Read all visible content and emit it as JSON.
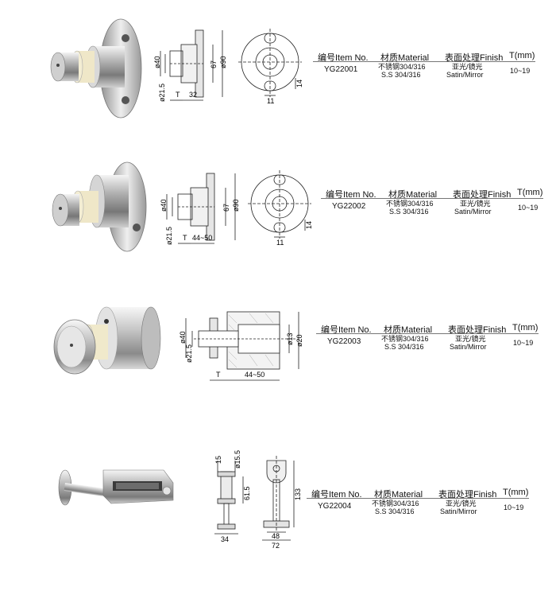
{
  "table_headers": {
    "item": "编号Item No.",
    "material": "材质Material",
    "finish": "表面处理Finish",
    "thickness": "T(mm)"
  },
  "products": [
    {
      "item_no": "YG22001",
      "material_line1": "不锈钢304/316",
      "material_line2": "S.S 304/316",
      "finish_line1": "亚光/镜光",
      "finish_line2": "Satin/Mirror",
      "thickness": "10~19",
      "dims": {
        "d40": "ø40",
        "d215": "ø21.5",
        "d90": "ø90",
        "l67": "67",
        "l32": "32",
        "t": "T",
        "l14": "14",
        "l11": "11"
      }
    },
    {
      "item_no": "YG22002",
      "material_line1": "不锈钢304/316",
      "material_line2": "S.S 304/316",
      "finish_line1": "亚光/镜光",
      "finish_line2": "Satin/Mirror",
      "thickness": "10~19",
      "dims": {
        "d40": "ø40",
        "d215": "ø21.5",
        "d90": "ø90",
        "l67": "67",
        "l4450": "44~50",
        "t": "T",
        "l14": "14",
        "l11": "11"
      }
    },
    {
      "item_no": "YG22003",
      "material_line1": "不锈钢304/316",
      "material_line2": "S.S 304/316",
      "finish_line1": "亚光/镜光",
      "finish_line2": "Satin/Mirror",
      "thickness": "10~19",
      "dims": {
        "d40": "ø40",
        "d215": "ø21.5",
        "d13": "ø13",
        "d20": "ø20",
        "l4450": "44~50",
        "t": "T"
      }
    },
    {
      "item_no": "YG22004",
      "material_line1": "不锈钢304/316",
      "material_line2": "S.S 304/316",
      "finish_line1": "亚光/镜光",
      "finish_line2": "Satin/Mirror",
      "thickness": "10~19",
      "dims": {
        "l15": "15",
        "d155": "ø15.5",
        "l615": "61.5",
        "l133": "133",
        "l34": "34",
        "l48": "48",
        "l72": "72"
      }
    }
  ]
}
